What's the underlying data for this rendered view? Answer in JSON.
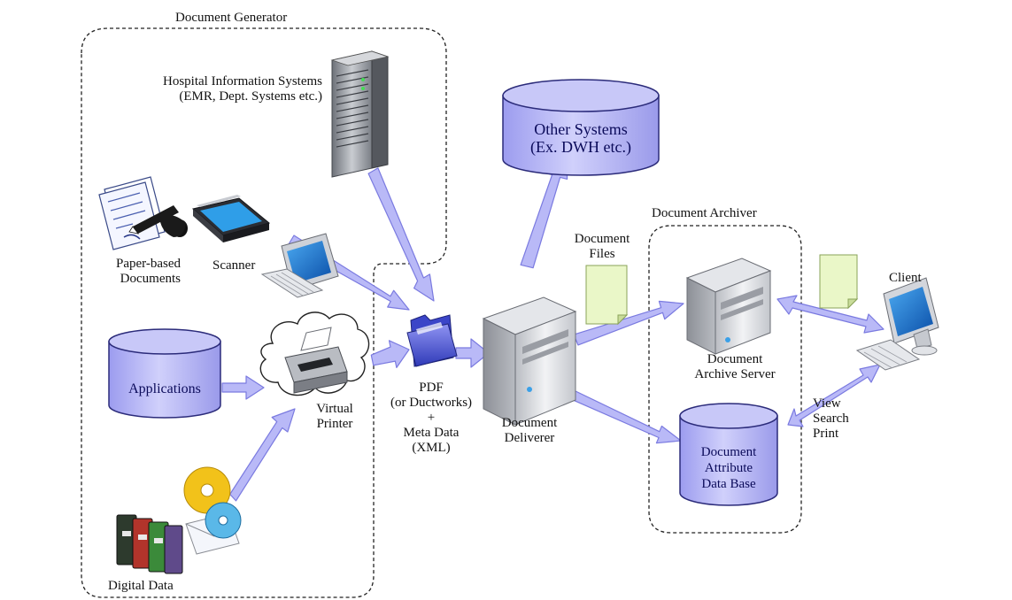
{
  "groups": {
    "generator": "Document Generator",
    "archiver": "Document Archiver"
  },
  "sources": {
    "his_line1": "Hospital Information Systems",
    "his_line2": "(EMR, Dept. Systems etc.)",
    "paper_line1": "Paper-based",
    "paper_line2": "Documents",
    "scanner": "Scanner",
    "applications": "Applications",
    "virtual_printer_line1": "Virtual",
    "virtual_printer_line2": "Printer",
    "digital_data": "Digital Data"
  },
  "payload": {
    "line1": "PDF",
    "line2": "(or Ductworks)",
    "line3": "+",
    "line4": "Meta Data",
    "line5": "(XML)"
  },
  "deliverer": {
    "line1": "Document",
    "line2": "Deliverer"
  },
  "other_systems": {
    "line1": "Other Systems",
    "line2": "(Ex. DWH etc.)"
  },
  "document_files": {
    "line1": "Document",
    "line2": "Files"
  },
  "archive_server": {
    "line1": "Document",
    "line2": "Archive Server"
  },
  "attribute_db": {
    "line1": "Document",
    "line2": "Attribute",
    "line3": "Data Base"
  },
  "client": {
    "label": "Client",
    "actions_line1": "View",
    "actions_line2": "Search",
    "actions_line3": "Print"
  },
  "colors": {
    "arrow_fill": "#b9b9f7",
    "arrow_stroke": "#7a7ae0",
    "cylinder_fill": "#b8b8f5",
    "cylinder_stroke": "#2b2b7a",
    "doc_sheet": "#eaf7c8",
    "boundary": "#222222"
  }
}
